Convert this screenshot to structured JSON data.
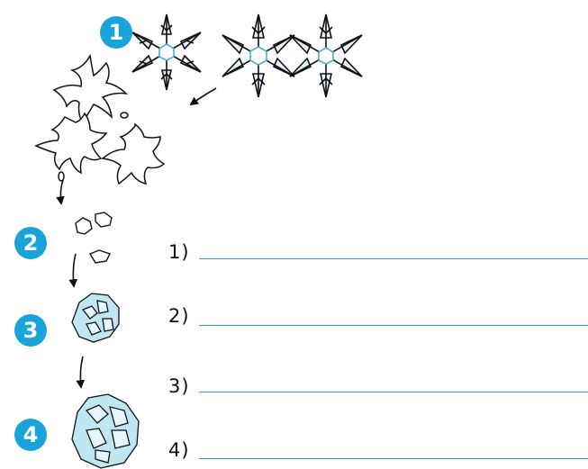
{
  "steps": [
    {
      "number": "1",
      "icon": "snowflake-crystals-icon"
    },
    {
      "number": "2",
      "icon": "broken-ice-fragments-icon"
    },
    {
      "number": "3",
      "icon": "small-ice-clump-icon"
    },
    {
      "number": "4",
      "icon": "large-ice-clump-icon"
    }
  ],
  "answers": [
    {
      "label": "1)",
      "value": ""
    },
    {
      "label": "2)",
      "value": ""
    },
    {
      "label": "3)",
      "value": ""
    },
    {
      "label": "4)",
      "value": ""
    }
  ],
  "colors": {
    "badge": "#1aa3d8",
    "line": "#2aa3d6",
    "ice_fill": "#bfe6f3",
    "ink": "#111111"
  }
}
